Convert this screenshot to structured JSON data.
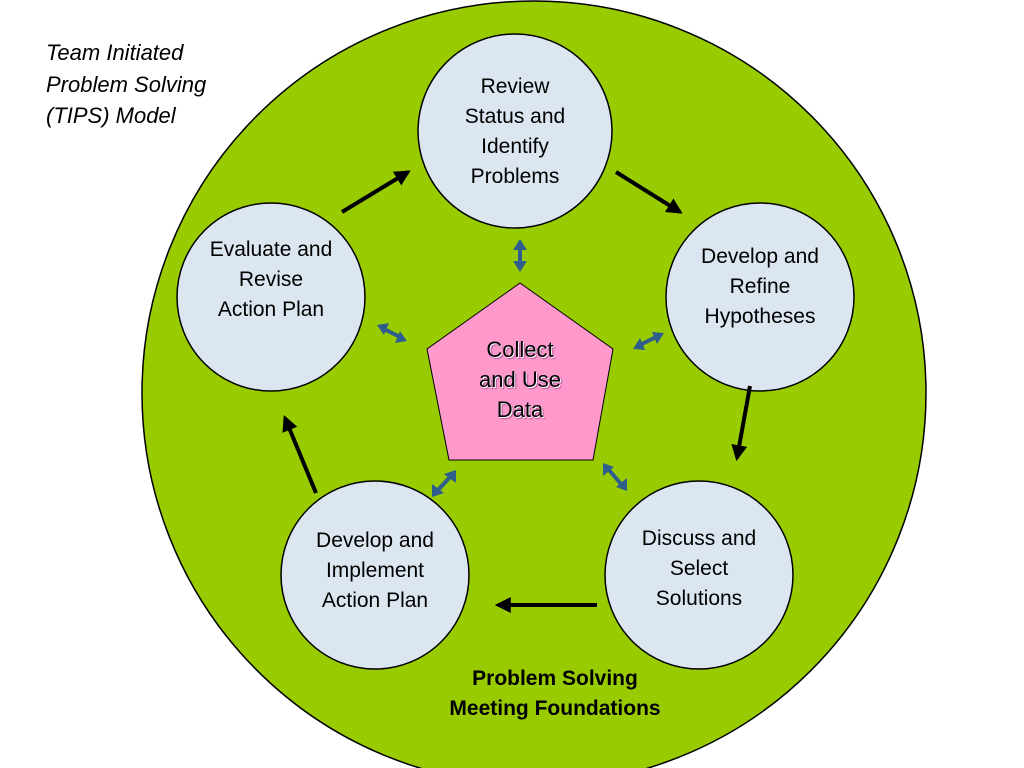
{
  "title": {
    "lines": [
      "Team Initiated",
      "Problem Solving",
      "(TIPS) Model"
    ]
  },
  "center": {
    "lines": [
      "Collect",
      "and Use",
      "Data"
    ]
  },
  "nodes": {
    "review": {
      "lines": [
        "Review",
        "Status and",
        "Identify",
        "Problems"
      ]
    },
    "develop_refine": {
      "lines": [
        "Develop and",
        "Refine",
        "Hypotheses"
      ]
    },
    "discuss_select": {
      "lines": [
        "Discuss and",
        "Select",
        "Solutions"
      ]
    },
    "develop_implement": {
      "lines": [
        "Develop and",
        "Implement",
        "Action Plan"
      ]
    },
    "evaluate_revise": {
      "lines": [
        "Evaluate and",
        "Revise",
        "Action Plan"
      ]
    }
  },
  "foundation": {
    "lines": [
      "Problem Solving",
      "Meeting Foundations"
    ]
  },
  "colors": {
    "background_circle": "#99cc00",
    "node_fill": "#dce6f1",
    "center_fill": "#ff99cc",
    "cycle_arrow": "#000000",
    "data_arrow": "#2e5f8c"
  }
}
